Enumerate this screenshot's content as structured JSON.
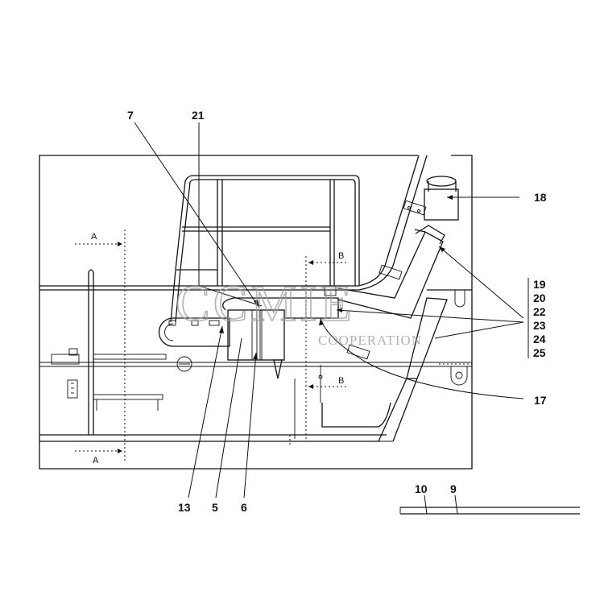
{
  "watermark": {
    "main": "CCMIE",
    "sub": "COOPERATION"
  },
  "section_marks": {
    "a_top": "A",
    "a_bottom": "A",
    "b_top": "B",
    "b_bottom": "B"
  },
  "callouts": {
    "c7": "7",
    "c21": "21",
    "c18": "18",
    "c19": "19",
    "c20": "20",
    "c22": "22",
    "c23": "23",
    "c24": "24",
    "c25": "25",
    "c17": "17",
    "c13": "13",
    "c5": "5",
    "c6": "6",
    "c10": "10",
    "c9": "9"
  },
  "line_color": "#111111",
  "watermark_color": "#9a9a9a"
}
